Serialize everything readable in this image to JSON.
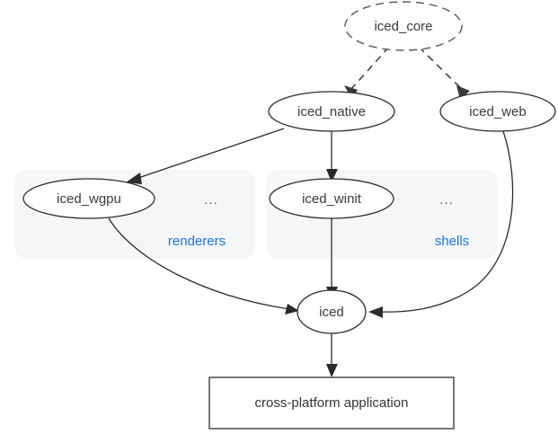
{
  "diagram": {
    "title": "iced architecture crate dependency graph",
    "background": "#ffffff",
    "accent_color": "#1a73e8",
    "node_stroke": "#2b2b2b",
    "cluster_fill": "#f4f6f8"
  },
  "nodes": {
    "iced_core": {
      "label": "iced_core",
      "shape": "ellipse",
      "style": "dashed"
    },
    "iced_native": {
      "label": "iced_native",
      "shape": "ellipse",
      "style": "solid"
    },
    "iced_web": {
      "label": "iced_web",
      "shape": "ellipse",
      "style": "solid"
    },
    "iced_wgpu": {
      "label": "iced_wgpu",
      "shape": "ellipse",
      "style": "solid"
    },
    "iced_winit": {
      "label": "iced_winit",
      "shape": "ellipse",
      "style": "solid"
    },
    "iced": {
      "label": "iced",
      "shape": "ellipse",
      "style": "solid"
    },
    "application": {
      "label": "cross-platform application",
      "shape": "rectangle",
      "style": "solid"
    }
  },
  "clusters": {
    "renderers": {
      "label": "renderers",
      "ellipsis": "...",
      "color": "#1a73e8"
    },
    "shells": {
      "label": "shells",
      "ellipsis": "...",
      "color": "#1a73e8"
    }
  },
  "edges": [
    {
      "from": "iced_core",
      "to": "iced_native",
      "style": "dashed"
    },
    {
      "from": "iced_core",
      "to": "iced_web",
      "style": "dashed"
    },
    {
      "from": "iced_native",
      "to": "iced_wgpu",
      "style": "solid"
    },
    {
      "from": "iced_native",
      "to": "iced_winit",
      "style": "solid"
    },
    {
      "from": "iced_wgpu",
      "to": "iced",
      "style": "solid"
    },
    {
      "from": "iced_winit",
      "to": "iced",
      "style": "solid"
    },
    {
      "from": "iced_web",
      "to": "iced",
      "style": "solid"
    },
    {
      "from": "iced",
      "to": "application",
      "style": "solid"
    }
  ]
}
